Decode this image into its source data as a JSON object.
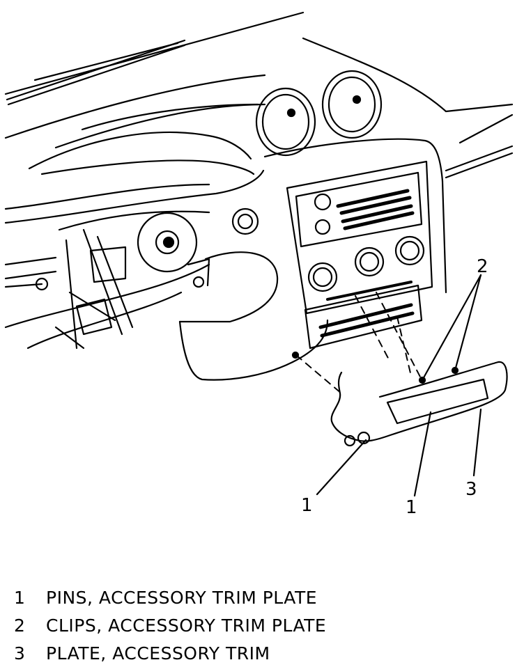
{
  "callouts": [
    {
      "id": "c-left-1",
      "label": "1"
    },
    {
      "id": "c-mid-1",
      "label": "1"
    },
    {
      "id": "c-2",
      "label": "2"
    },
    {
      "id": "c-3",
      "label": "3"
    }
  ],
  "legend": [
    {
      "number": "1",
      "text": "PINS, ACCESSORY TRIM PLATE"
    },
    {
      "number": "2",
      "text": "CLIPS, ACCESSORY TRIM PLATE"
    },
    {
      "number": "3",
      "text": "PLATE, ACCESSORY TRIM"
    }
  ]
}
